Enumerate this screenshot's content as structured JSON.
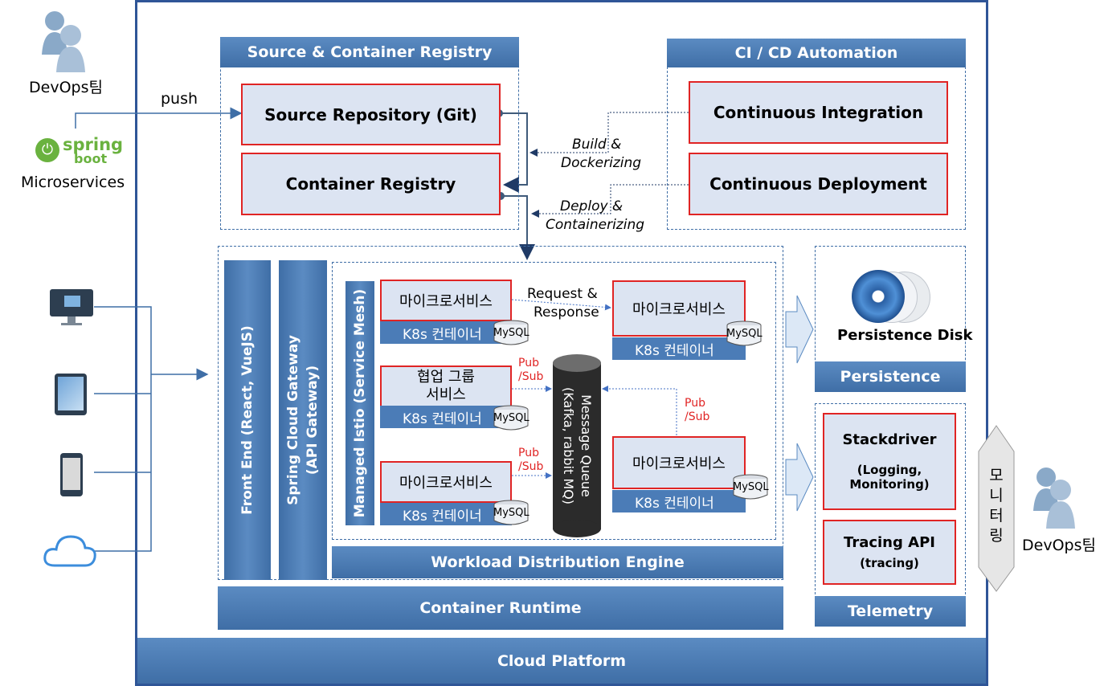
{
  "devops_top": {
    "label": "DevOps팀"
  },
  "push_label": "push",
  "spring": {
    "word": "spring",
    "word2": "boot",
    "caption": "Microservices"
  },
  "registry": {
    "header": "Source & Container Registry",
    "source_repo": "Source Repository (Git)",
    "container_registry": "Container Registry"
  },
  "cicd": {
    "header": "CI / CD Automation",
    "ci": "Continuous Integration",
    "cd": "Continuous Deployment"
  },
  "arrows": {
    "build_1": "Build &",
    "build_2": "Dockerizing",
    "deploy_1": "Deploy &",
    "deploy_2": "Containerizing"
  },
  "front_end": "Front End (React, VueJS)",
  "gateway_1": "Spring Cloud Gateway",
  "gateway_2": "(API Gateway)",
  "istio": "Managed Istio (Service Mesh)",
  "services": {
    "ms1": "마이크로서비스",
    "ms2": "마이크로서비스",
    "group_1": "협업 그룹",
    "group_2": "서비스",
    "ms3": "마이크로서비스",
    "ms4": "마이크로서비스",
    "k8s": "K8s 컨테이너",
    "mysql": "MySQL"
  },
  "request_1": "Request &",
  "request_2": "Response",
  "pubsub_1": "Pub",
  "pubsub_2": "/Sub",
  "queue_1": "Message Queue",
  "queue_2": "(Kafka, rabbit MQ)",
  "workload": "Workload Distribution Engine",
  "container_runtime": "Container Runtime",
  "cloud_platform": "Cloud Platform",
  "persistence": {
    "disk": "Persistence Disk",
    "footer": "Persistence"
  },
  "telemetry": {
    "stackdriver": "Stackdriver",
    "stackdriver_sub_1": "(Logging,",
    "stackdriver_sub_2": "Monitoring)",
    "tracing": "Tracing API",
    "tracing_sub": "(tracing)",
    "footer": "Telemetry"
  },
  "monitoring": [
    "모",
    "니",
    "터",
    "링"
  ],
  "devops_right": {
    "label": "DevOps팀"
  },
  "colors": {
    "bar": "#4b7cb7",
    "box_fill": "#dce4f2",
    "box_border": "#e02424",
    "frame": "#2f5597"
  }
}
